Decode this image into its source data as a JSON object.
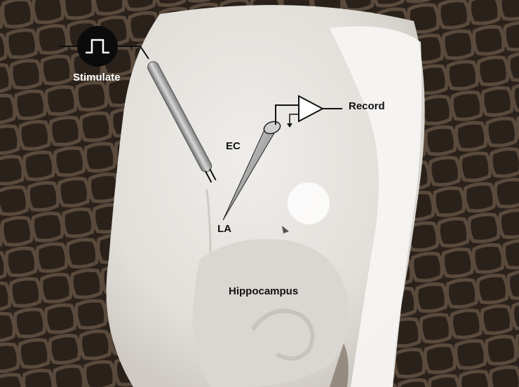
{
  "labels": {
    "stimulate": "Stimulate",
    "record": "Record",
    "ec": "EC",
    "la": "LA",
    "hippocampus": "Hippocampus"
  },
  "icons": {
    "stimulator": "pulse-waveform-icon",
    "amplifier": "amplifier-triangle-icon",
    "ground": "ground-arrow-icon"
  },
  "colors": {
    "background": "#2a211b",
    "mesh": "#5d4e3f",
    "tissue": "#e9e7e3",
    "tissue_shadow": "#d4d0cb",
    "label_dark": "#111111",
    "label_light": "#ffffff"
  }
}
